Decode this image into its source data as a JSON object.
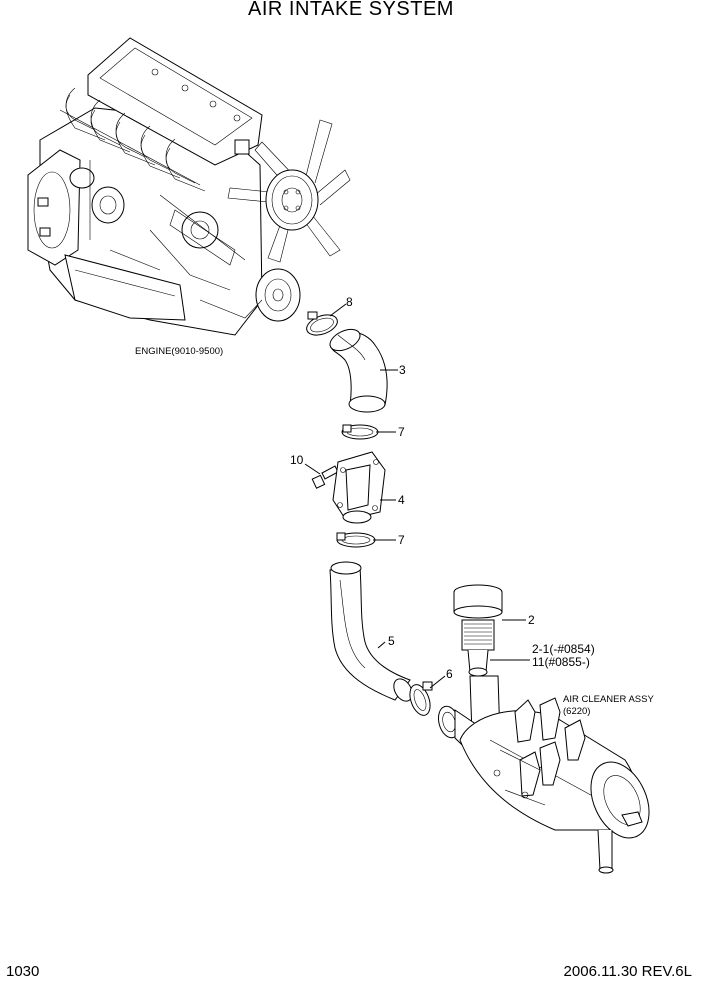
{
  "title": "AIR INTAKE SYSTEM",
  "page_number": "1030",
  "revision": "2006.11.30  REV.6L",
  "annotations": {
    "engine": "ENGINE(9010-9500)",
    "air_cleaner_line1": "AIR CLEANER ASSY",
    "air_cleaner_line2": "(6220)"
  },
  "callouts": {
    "p8": "8",
    "p3": "3",
    "p7a": "7",
    "p10": "10",
    "p4": "4",
    "p7b": "7",
    "p2": "2",
    "p2_1": "2-1(-#0854)",
    "p11": "11(#0855-)",
    "p5": "5",
    "p6": "6"
  }
}
